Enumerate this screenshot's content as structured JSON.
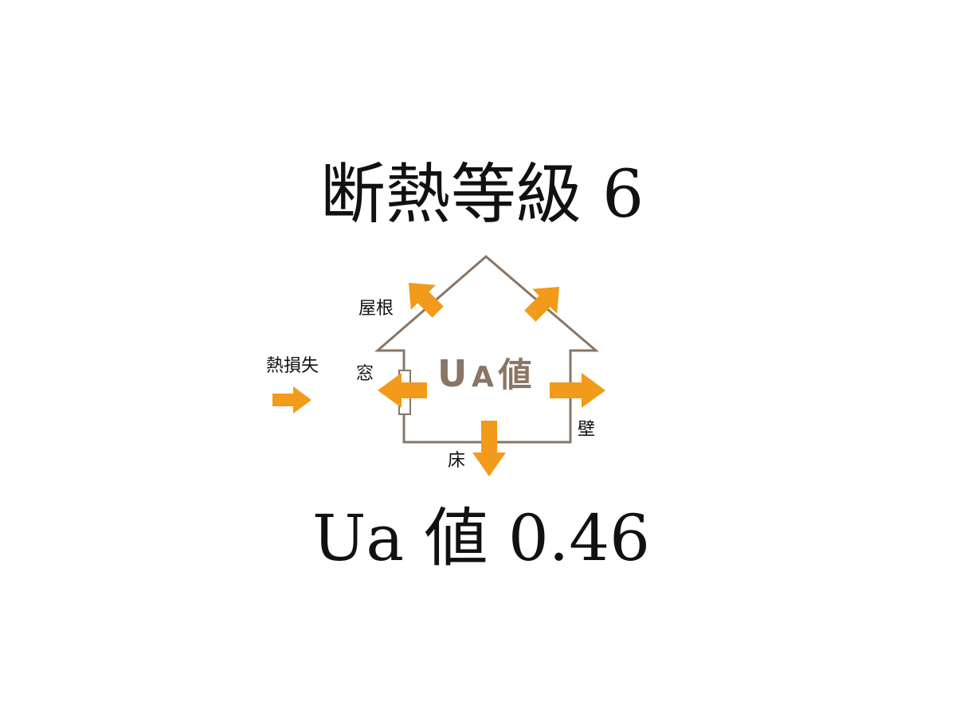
{
  "title": "断熱等級 6",
  "ua_value_label": "Ua 値 0.46",
  "diagram": {
    "center_label_u": "U",
    "center_label_a": "A",
    "center_label_value": "値",
    "labels": {
      "roof": "屋根",
      "heat_loss": "熱損失",
      "window": "窓",
      "wall": "壁",
      "floor": "床"
    },
    "colors": {
      "house_outline": "#8a7666",
      "arrow": "#f29a1a",
      "window": "#8a7666"
    }
  }
}
